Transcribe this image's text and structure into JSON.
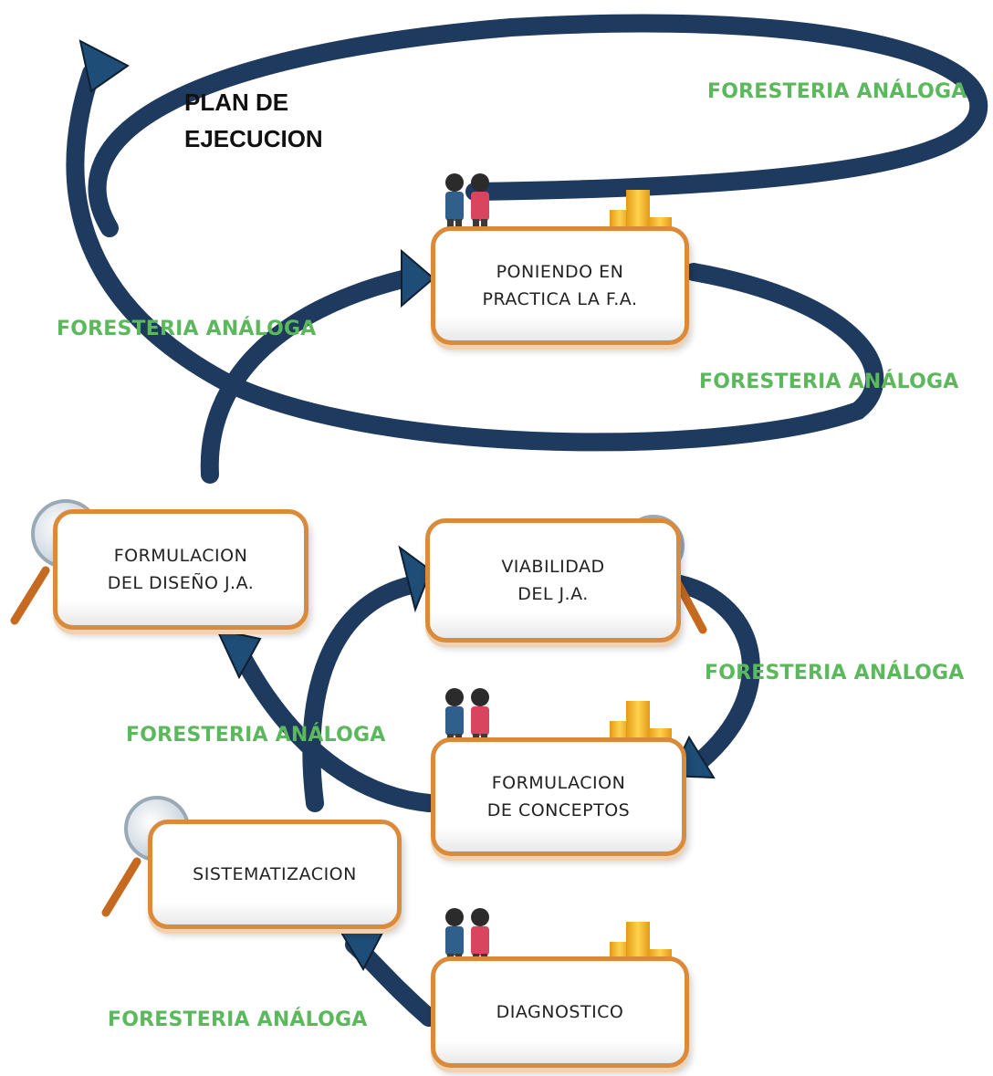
{
  "title": "PLAN DE\nEJECUCION",
  "cycle_label": "FORESTERIA ANÁLOGA",
  "boxes": {
    "poniendo": "PONIENDO EN\nPRACTICA LA F.A.",
    "formulacion_diseno": "FORMULACION\nDEL DISEÑO J.A.",
    "viabilidad": "VIABILIDAD\nDEL J.A.",
    "formulacion_conceptos": "FORMULACION\nDE CONCEPTOS",
    "sistematizacion": "SISTEMATIZACION",
    "diagnostico": "DIAGNOSTICO"
  },
  "colors": {
    "arrow": "#1e3a5f",
    "box_border": "#d98a3a",
    "label_green": "#5cb85c",
    "coins": "#f2b632",
    "person_blue": "#2f5f8a",
    "person_red": "#d9455f"
  },
  "icons": [
    "people-icon",
    "coins-icon",
    "magnifier-icon",
    "arrowhead-icon"
  ]
}
